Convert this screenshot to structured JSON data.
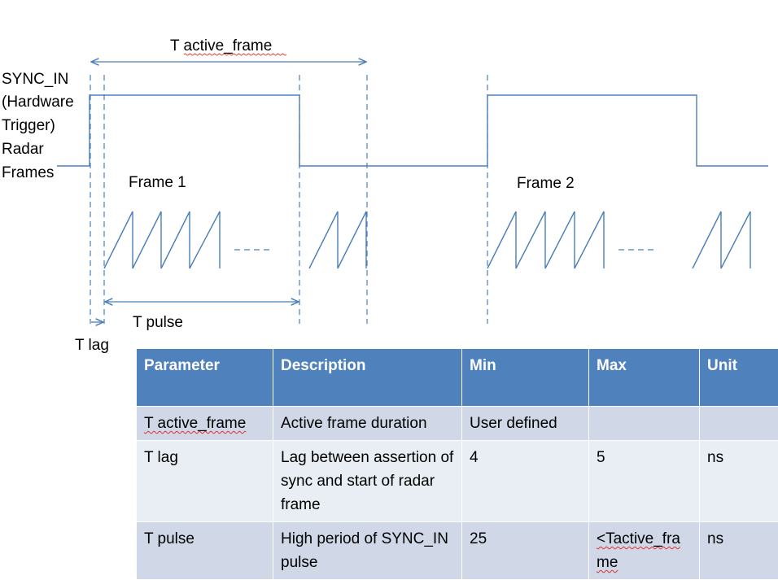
{
  "labels": {
    "t_active_frame": "T active_frame",
    "sync_in_line1": "SYNC_IN",
    "sync_in_line2": "(Hardware",
    "sync_in_line3": "Trigger)",
    "radar_line1": "Radar",
    "radar_line2": "Frames",
    "frame1": "Frame 1",
    "frame2": "Frame 2",
    "t_pulse": "T pulse",
    "t_lag": "T lag"
  },
  "table": {
    "headers": [
      "Parameter",
      "Description",
      "Min",
      "Max",
      "Unit"
    ],
    "rows": [
      {
        "parameter": "T active_frame",
        "description": "Active frame duration",
        "min": "User defined",
        "max": "",
        "unit": ""
      },
      {
        "parameter": "T lag",
        "description": "Lag between assertion of sync and start of radar frame",
        "min": "4",
        "max": "5",
        "unit": "ns"
      },
      {
        "parameter": "T pulse",
        "description": "High period of SYNC_IN pulse",
        "min": "25",
        "max": "<Tactive_frame",
        "unit": "ns"
      }
    ]
  },
  "colors": {
    "waveform": "#4a7ebb",
    "table_header": "#4f81bd",
    "row_odd": "#d0d8e8",
    "row_even": "#e9edf4",
    "spellcheck": "#e03030"
  }
}
